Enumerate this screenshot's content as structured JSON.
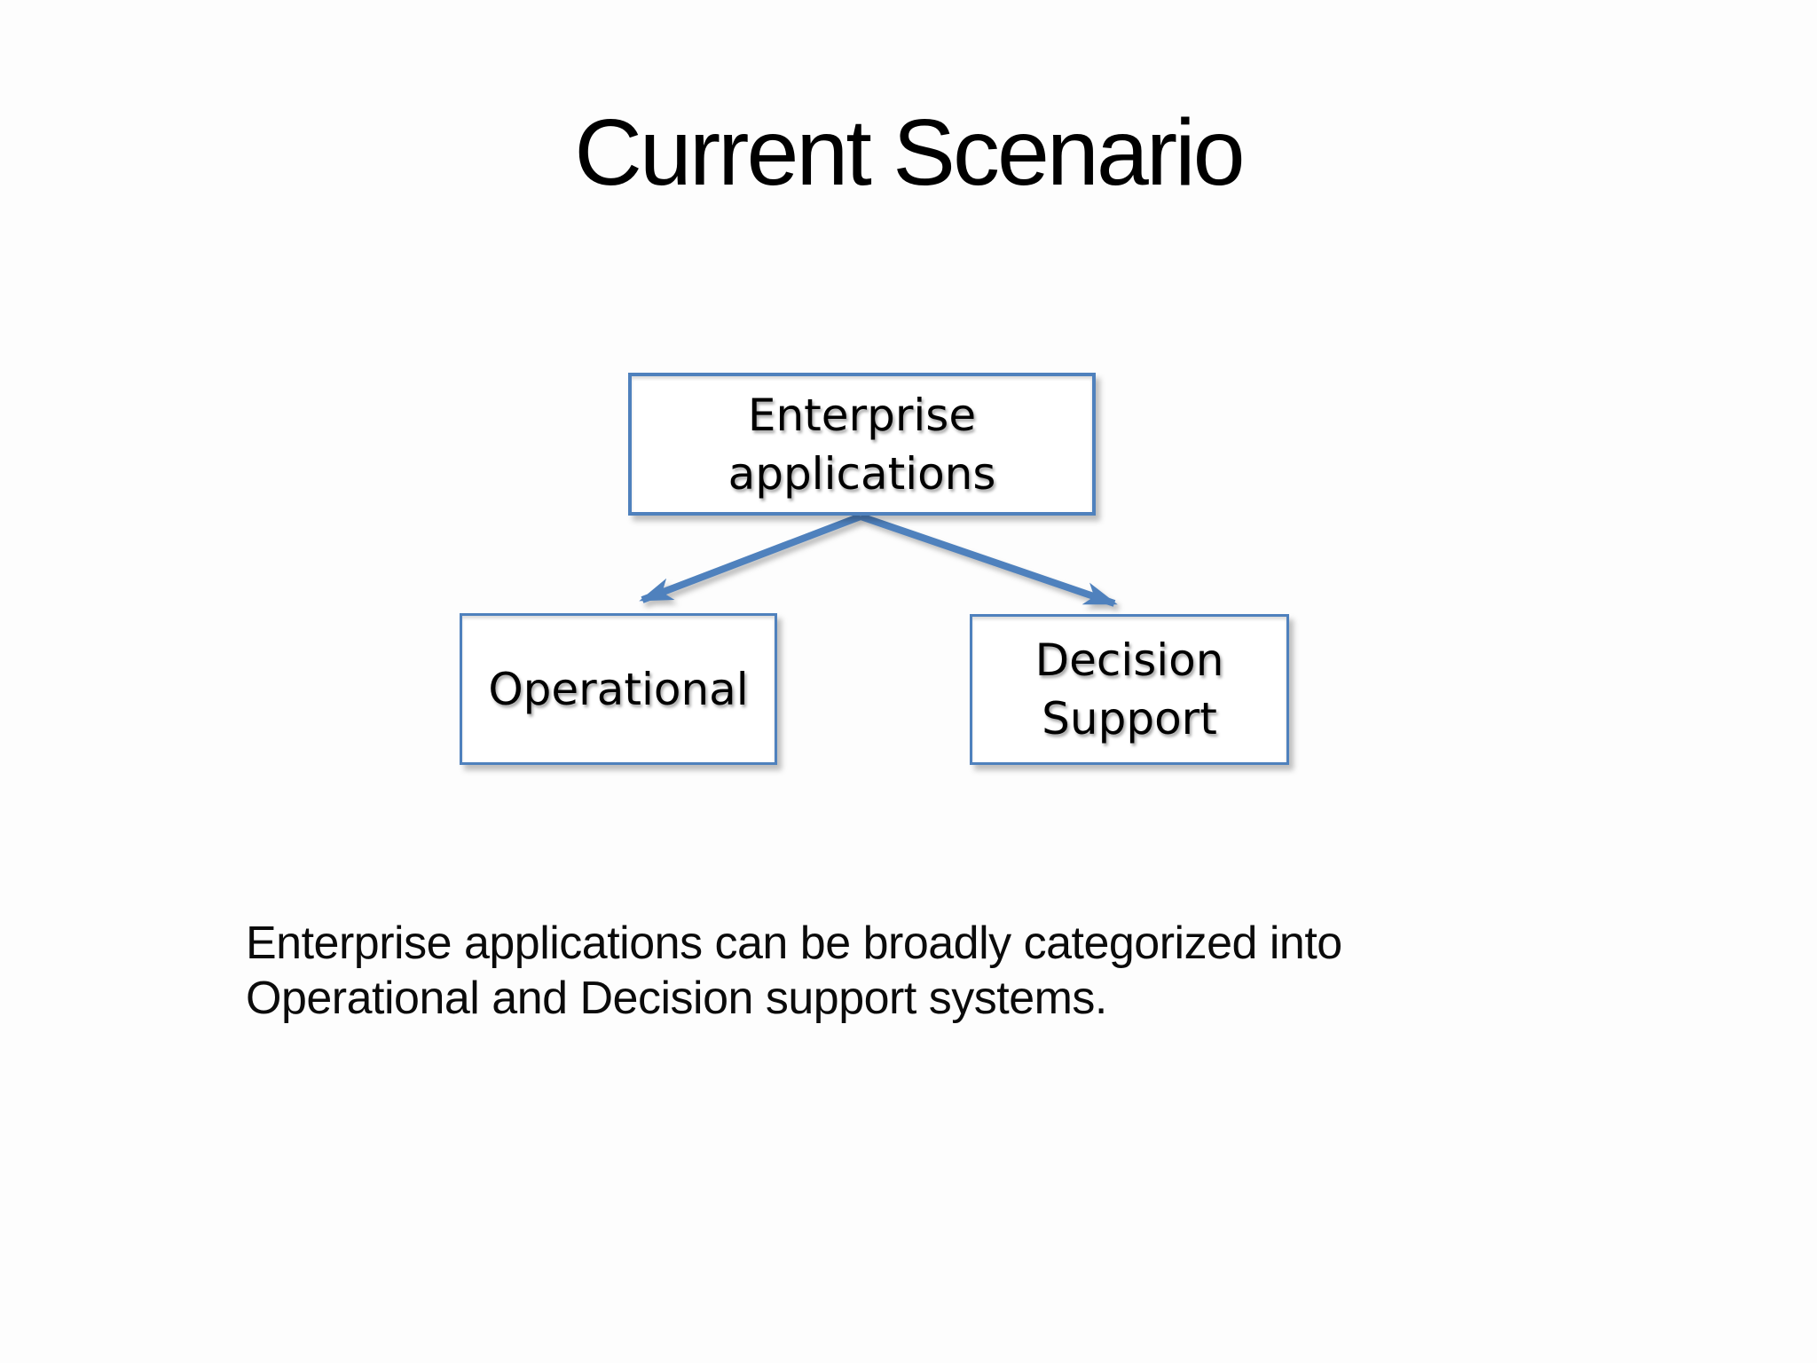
{
  "colors": {
    "accent_blue": "#4f81bd",
    "text_black": "#0d0d0d",
    "page_background": "#fdfdfd"
  },
  "slide": {
    "title": "Current Scenario",
    "description_lines": [
      "Enterprise applications can be broadly categorized into",
      "Operational and Decision support systems."
    ]
  },
  "diagram": {
    "root_box": {
      "lines": [
        "Enterprise",
        "applications"
      ]
    },
    "left_box": {
      "lines": [
        "Operational"
      ]
    },
    "right_box": {
      "lines": [
        "Decision",
        "Support"
      ]
    },
    "connectors": [
      {
        "name": "root-to-operational",
        "direction": "down-left"
      },
      {
        "name": "root-to-decision-support",
        "direction": "down-right"
      }
    ]
  }
}
